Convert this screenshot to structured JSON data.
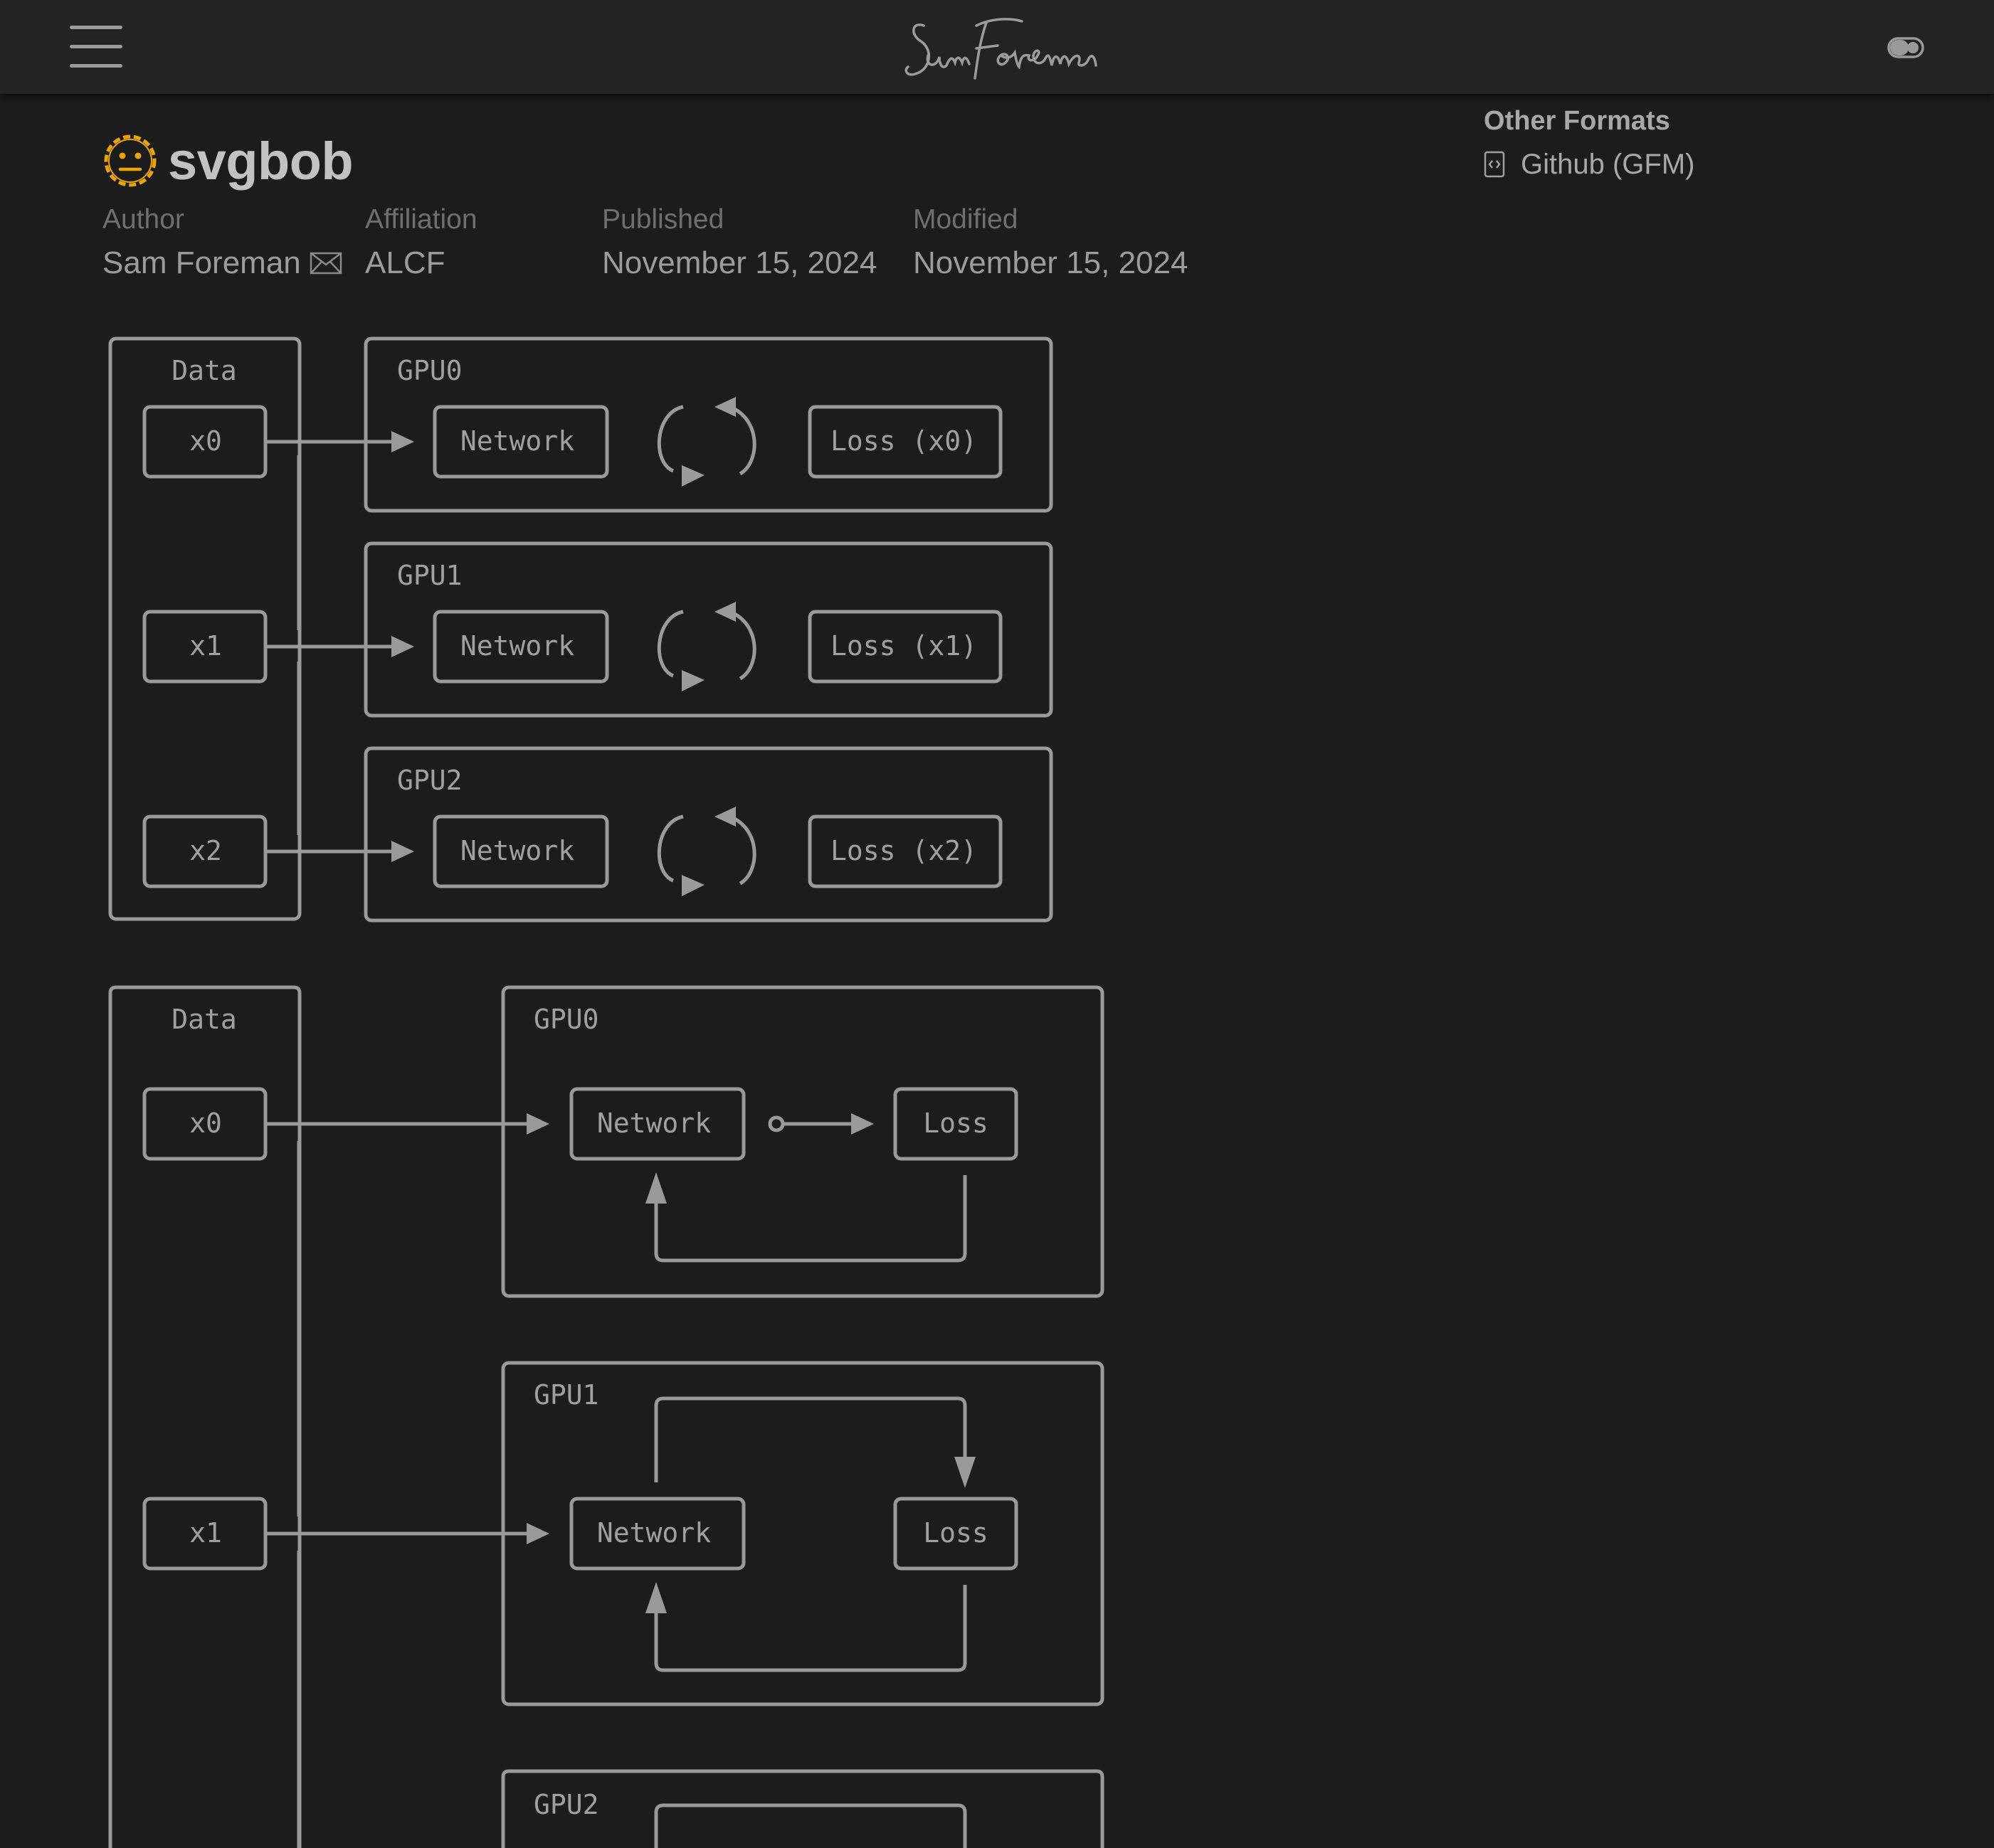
{
  "header": {
    "brand_name": "Sam Foreman",
    "menu_icon": "hamburger-menu-icon",
    "toggle_icon": "color-scheme-toggle-icon"
  },
  "page": {
    "title": "svgbob",
    "title_icon": "neutral-face-emoji",
    "accent_color": "#e8a40f"
  },
  "meta": {
    "author_label": "Author",
    "author_name": "Sam Foreman",
    "affiliation_label": "Affiliation",
    "affiliation": "ALCF",
    "published_label": "Published",
    "published": "November 15, 2024",
    "modified_label": "Modified",
    "modified": "November 15, 2024"
  },
  "other_formats": {
    "title": "Other Formats",
    "links": [
      {
        "label": "Github (GFM)",
        "icon": "file-code-icon"
      }
    ]
  },
  "diagram1": {
    "data_label": "Data",
    "rows": [
      {
        "input": "x0",
        "gpu": "GPU0",
        "network": "Network",
        "loss": "Loss (x0)"
      },
      {
        "input": "x1",
        "gpu": "GPU1",
        "network": "Network",
        "loss": "Loss (x1)"
      },
      {
        "input": "x2",
        "gpu": "GPU2",
        "network": "Network",
        "loss": "Loss (x2)"
      }
    ]
  },
  "diagram2": {
    "data_label": "Data",
    "rows": [
      {
        "input": "x0",
        "gpu": "GPU0",
        "network": "Network",
        "loss": "Loss"
      },
      {
        "input": "x1",
        "gpu": "GPU1",
        "network": "Network",
        "loss": "Loss"
      }
    ],
    "partial_gpu": "GPU2"
  }
}
